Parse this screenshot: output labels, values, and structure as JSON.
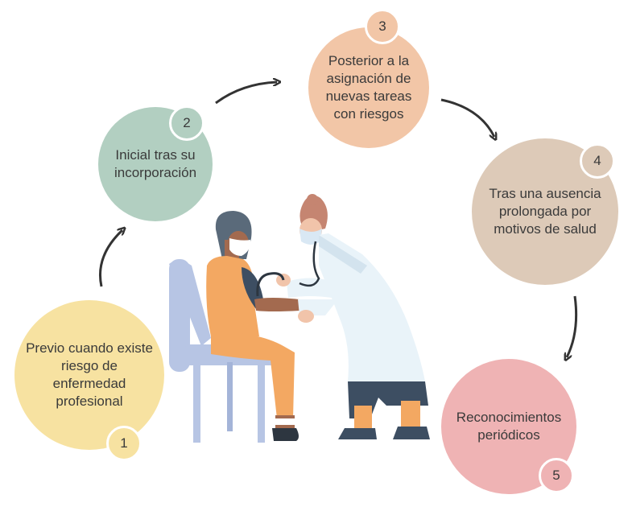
{
  "steps": [
    {
      "number": "1",
      "label": "Previo cuando existe riesgo de enfermedad profesional",
      "color": "#f7e2a1"
    },
    {
      "number": "2",
      "label": "Inicial tras su incorporación",
      "color": "#b2cfc1"
    },
    {
      "number": "3",
      "label": "Posterior a la asignación de nuevas tareas con riesgos",
      "color": "#f2c6a7"
    },
    {
      "number": "4",
      "label": "Tras una ausencia prolongada por motivos de salud",
      "color": "#ddcab8"
    },
    {
      "number": "5",
      "label": "Reconocimientos periódicos",
      "color": "#efb3b4"
    }
  ],
  "arrow_color": "#333333",
  "illustration": "doctor-measuring-blood-pressure-of-patient"
}
